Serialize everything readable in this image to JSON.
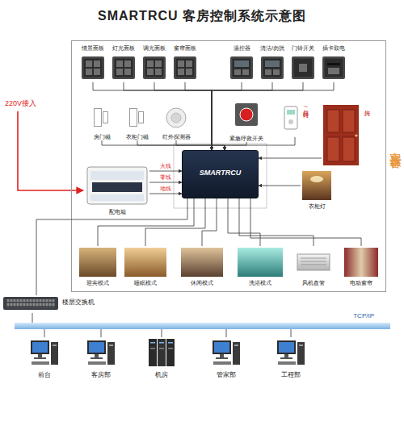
{
  "diagram": {
    "title": "SMARTRCU 客房控制系统示意图",
    "nodes": [
      {
        "text": [
          "客房设备"
        ]
      },
      {
        "text": [
          "情景面板"
        ],
        "in": 0
      },
      {
        "text": [
          "灯光面板"
        ],
        "in": 0
      },
      {
        "text": [
          "调光面板"
        ],
        "in": 0
      },
      {
        "text": [
          "窗帘面板"
        ],
        "in": 0
      },
      {
        "text": [
          "温控器"
        ],
        "in": 0
      },
      {
        "text": [
          "清洁/勿扰"
        ],
        "in": 0
      },
      {
        "text": [
          "门铃开关"
        ],
        "in": 0
      },
      {
        "text": [
          "插卡取电"
        ],
        "in": 0
      },
      {
        "text": [
          "房门磁"
        ],
        "in": 0
      },
      {
        "text": [
          "衣柜门磁"
        ],
        "in": 0
      },
      {
        "text": [
          "红外探测器"
        ],
        "in": 0
      },
      {
        "text": [
          "紧急呼救开关"
        ],
        "in": 0
      },
      {
        "text": [
          "门显/门铃"
        ],
        "in": 0
      },
      {
        "text": [
          "房门"
        ],
        "in": 0
      },
      {
        "text": [
          "配电箱"
        ],
        "in": 0
      },
      {
        "text": [
          "SMARTRCU"
        ],
        "in": 0
      },
      {
        "text": [
          "衣柜灯"
        ],
        "in": 0
      },
      {
        "text": [
          "迎宾模式"
        ],
        "in": 0
      },
      {
        "text": [
          "睡眠模式"
        ],
        "in": 0
      },
      {
        "text": [
          "休闲模式"
        ],
        "in": 0
      },
      {
        "text": [
          "洗浴模式"
        ],
        "in": 0
      },
      {
        "text": [
          "风机盘管"
        ],
        "in": 0
      },
      {
        "text": [
          "电动窗帘"
        ],
        "in": 0
      },
      {
        "text": [
          "楼层交换机"
        ]
      },
      {
        "text": [
          "TCP/IP"
        ]
      },
      {
        "text": [
          "前台"
        ]
      },
      {
        "text": [
          "客房部"
        ]
      },
      {
        "text": [
          "机房"
        ]
      },
      {
        "text": [
          "管家部"
        ]
      },
      {
        "text": [
          "工程部"
        ]
      }
    ],
    "edges": [
      {
        "from": 1,
        "to": 16,
        "arrow": "to"
      },
      {
        "from": 2,
        "to": 16,
        "arrow": "to"
      },
      {
        "from": 3,
        "to": 16,
        "arrow": "to"
      },
      {
        "from": 4,
        "to": 16,
        "arrow": "to"
      },
      {
        "from": 5,
        "to": 16,
        "arrow": "to"
      },
      {
        "from": 6,
        "to": 16,
        "arrow": "to"
      },
      {
        "from": 7,
        "to": 16,
        "arrow": "to"
      },
      {
        "from": 8,
        "to": 16,
        "arrow": "to"
      },
      {
        "from": 9,
        "to": 16,
        "arrow": "to"
      },
      {
        "from": 10,
        "to": 16,
        "arrow": "to"
      },
      {
        "from": 11,
        "to": 16,
        "arrow": "to"
      },
      {
        "from": 12,
        "to": 16,
        "arrow": "to"
      },
      {
        "from": 13,
        "to": 16,
        "arrow": "to"
      },
      {
        "from": 14,
        "to": 16,
        "arrow": "to"
      },
      {
        "from": 15,
        "to": 16,
        "label": "火线",
        "arrow": "to"
      },
      {
        "from": 15,
        "to": 16,
        "label": "零线",
        "arrow": "to"
      },
      {
        "from": 15,
        "to": 16,
        "label": "地线",
        "arrow": "to"
      },
      {
        "from": 17,
        "to": 16,
        "arrow": "to"
      },
      {
        "from": 16,
        "to": 18,
        "arrow": "none"
      },
      {
        "from": 16,
        "to": 19,
        "arrow": "none"
      },
      {
        "from": 16,
        "to": 20,
        "arrow": "none"
      },
      {
        "from": 16,
        "to": 21,
        "arrow": "none"
      },
      {
        "from": 16,
        "to": 22,
        "arrow": "none"
      },
      {
        "from": 16,
        "to": 23,
        "arrow": "none"
      },
      {
        "from": 24,
        "to": 16,
        "arrow": "none"
      },
      {
        "from": 24,
        "to": 25,
        "arrow": "none"
      },
      {
        "from": 25,
        "to": 26,
        "arrow": "none"
      },
      {
        "from": 25,
        "to": 27,
        "arrow": "none"
      },
      {
        "from": 25,
        "to": 28,
        "arrow": "none"
      },
      {
        "from": 25,
        "to": 29,
        "arrow": "none"
      },
      {
        "from": 25,
        "to": 30,
        "arrow": "none"
      }
    ],
    "labels": [
      "220V接入"
    ]
  }
}
